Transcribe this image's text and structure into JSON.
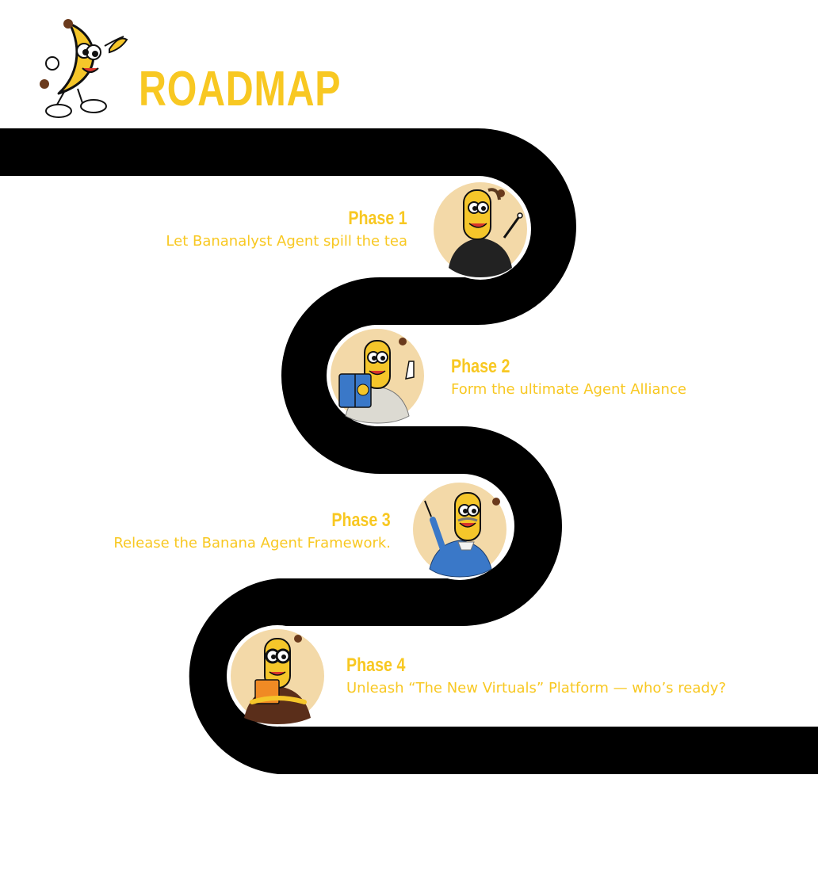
{
  "header": {
    "title": "ROADMAP",
    "mascot_icon": "banana-mascot-icon"
  },
  "colors": {
    "accent": "#f8c822",
    "road": "#000000",
    "medallion_bg": "#f3d9a8",
    "background": "#ffffff"
  },
  "phases": [
    {
      "title": "Phase 1",
      "description": "Let Bananalyst Agent spill the tea",
      "avatar_icon": "banana-guitarist-icon"
    },
    {
      "title": "Phase 2",
      "description": "Form the ultimate Agent Alliance",
      "avatar_icon": "banana-reader-icon"
    },
    {
      "title": "Phase 3",
      "description": "Release the Banana Agent Framework.",
      "avatar_icon": "banana-conductor-icon"
    },
    {
      "title": "Phase 4",
      "description": "Unleash “The New Virtuals” Platform — who’s ready?",
      "avatar_icon": "banana-coder-icon"
    }
  ]
}
